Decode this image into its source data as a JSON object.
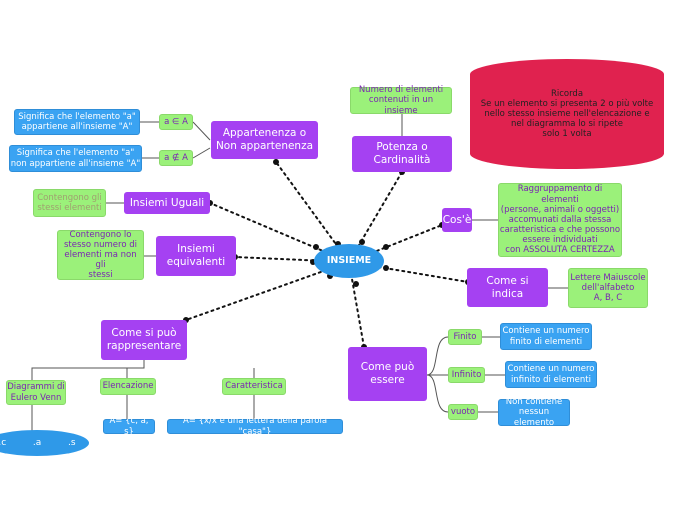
{
  "center": "INSIEME",
  "appartenenza": {
    "main": "Appartenenza o\nNon appartenenza",
    "sym_in": "a ∈ A",
    "sym_notin": "a ∉ A",
    "desc_in": "Significa che l'elemento \"a\"\nappartiene all'insieme \"A\"",
    "desc_notin": "Significa che l'elemento \"a\"\nnon appartiene all'insieme \"A\""
  },
  "potenza": {
    "main": "Potenza o\nCardinalità",
    "desc": "Numero di elementi\ncontenuti in un insieme"
  },
  "ricorda": "Ricorda\nSe un elemento si presenta 2 o più volte\nnello stesso insieme nell'elencazione e\nnel diagramma lo si ripete\nsolo 1 volta",
  "uguali": {
    "main": "Insiemi Uguali",
    "desc": "Contengono gli\nstessi elementi"
  },
  "equivalenti": {
    "main": "Insiemi\nequivalenti",
    "desc": "Contengono lo\nstesso numero di\nelementi ma non gli\nstessi"
  },
  "cose": {
    "main": "Cos'è",
    "desc": "Raggruppamento di elementi\n(persone, animali o oggetti)\naccomunati dalla stessa\ncaratteristica e che possono\nessere individuati\ncon ASSOLUTA CERTEZZA"
  },
  "indica": {
    "main": "Come si\nindica",
    "desc": "Lettere Maiuscole\ndell'alfabeto\nA, B, C"
  },
  "rappresentare": {
    "main": "Come si può\nrappresentare",
    "venn": "Diagrammi di\nEulero Venn",
    "elencazione": "Elencazione",
    "caratteristica": "Caratteristica",
    "elencazione_ex": "A= {c, a, s}",
    "caratteristica_ex": "A= {x/x è una lettera della parola \"casa\"}",
    "venn_items": [
      ".c",
      ".a",
      ".s"
    ]
  },
  "essere": {
    "main": "Come può\nessere",
    "finito": "Finito",
    "infinito": "Infinito",
    "vuoto": "vuoto",
    "finito_desc": "Contiene un numero\nfinito di elementi",
    "infinito_desc": "Contiene un numero\ninfinito di elementi",
    "vuoto_desc": "Non contiene\nnessun elemento"
  },
  "colors": {
    "purple": "#a541f2",
    "green": "#9bf17a",
    "blue": "#3aa3f2",
    "center": "#2f99e8",
    "note": "#e0224f"
  }
}
